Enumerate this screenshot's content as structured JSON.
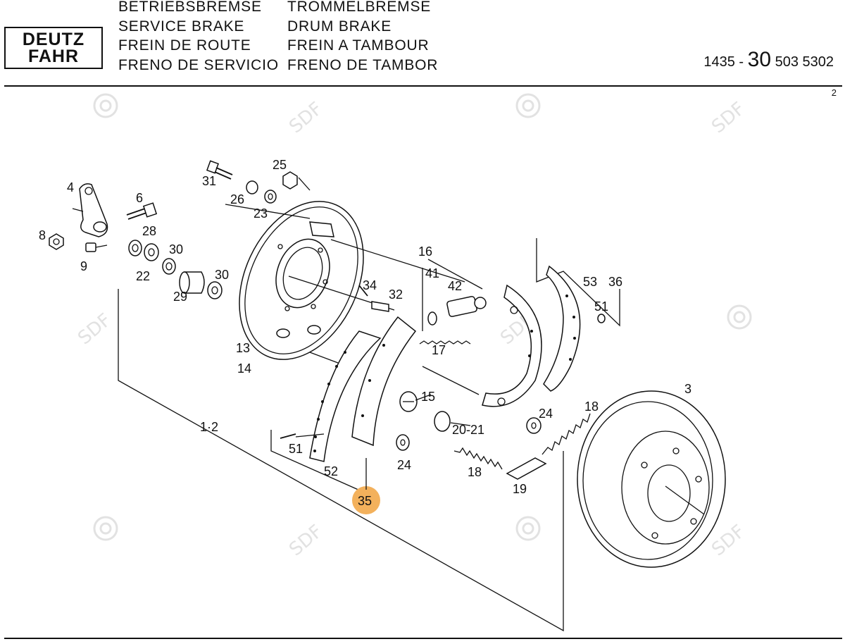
{
  "brand": {
    "line1": "DEUTZ",
    "line2": "FAHR"
  },
  "titles_de_en_fr_es": [
    "BETRIEBSBREMSE",
    "SERVICE BRAKE",
    "FREIN DE ROUTE",
    "FRENO DE SERVICIO"
  ],
  "titles_de_en_fr_es_2": [
    "TROMMELBREMSE",
    "DRUM BRAKE",
    "FREIN A TAMBOUR",
    "FRENO DE TAMBOR"
  ],
  "part_number": {
    "prefix": "1435 -",
    "group": "30",
    "suffix": "503 5302"
  },
  "sheet_number": "2",
  "watermark_text": "SDF",
  "highlight_color": "#f3b15c",
  "callouts": {
    "c4": "4",
    "c6": "6",
    "c8": "8",
    "c9": "9",
    "c28": "28",
    "c22": "22",
    "c30a": "30",
    "c30b": "30",
    "c29": "29",
    "c31": "31",
    "c25": "25",
    "c26": "26",
    "c23": "23",
    "c34": "34",
    "c32": "32",
    "c13": "13",
    "c14": "14",
    "c12": "1·2",
    "c16": "16",
    "c41": "41",
    "c42": "42",
    "c17": "17",
    "c53": "53",
    "c36": "36",
    "c51a": "51",
    "c15": "15",
    "c2021": "20-21",
    "c24a": "24",
    "c18a": "18",
    "c51b": "51",
    "c52": "52",
    "c24b": "24",
    "c18b": "18",
    "c19": "19",
    "c3": "3",
    "c35": "35"
  }
}
